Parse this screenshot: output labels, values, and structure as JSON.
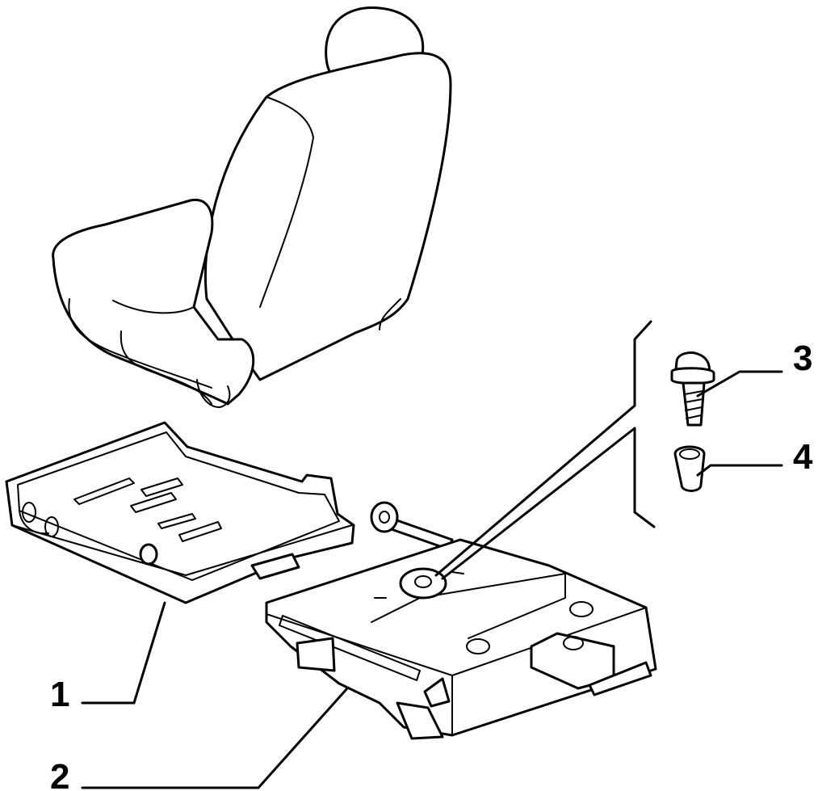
{
  "callouts": [
    {
      "id": "1",
      "label": "1",
      "part": "seat-base-tray"
    },
    {
      "id": "2",
      "label": "2",
      "part": "seat-adjuster-mechanism"
    },
    {
      "id": "3",
      "label": "3",
      "part": "flange-bolt"
    },
    {
      "id": "4",
      "label": "4",
      "part": "spacer-bushing"
    }
  ],
  "colors": {
    "line": "#000000",
    "background": "#ffffff"
  }
}
